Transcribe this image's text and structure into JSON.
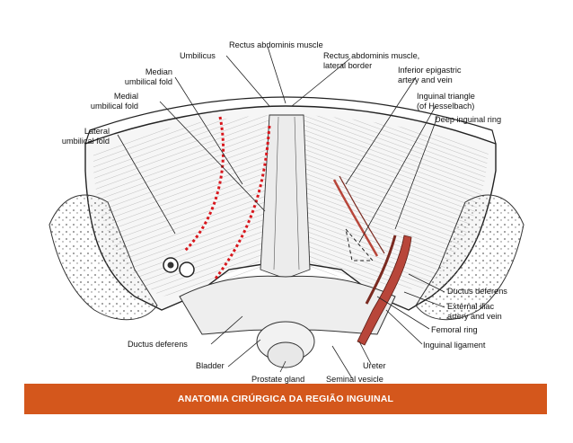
{
  "labels": {
    "rectus_abdominis": "Rectus abdominis muscle",
    "umbilicus": "Umbilicus",
    "rectus_lateral_1": "Rectus abdominis muscle,",
    "rectus_lateral_2": "lateral border",
    "median_fold_1": "Median",
    "median_fold_2": "umbilical fold",
    "inferior_epigastric_1": "Inferior epigastric",
    "inferior_epigastric_2": "artery and vein",
    "medial_fold_1": "Medial",
    "medial_fold_2": "umbilical fold",
    "inguinal_triangle_1": "Inguinal triangle",
    "inguinal_triangle_2": "(of Hesselbach)",
    "deep_ring": "Deep inguinal ring",
    "lateral_fold_1": "Lateral",
    "lateral_fold_2": "umbilical fold",
    "ductus_right": "Ductus deferens",
    "external_iliac_1": "External iliac",
    "external_iliac_2": "artery and vein",
    "femoral_ring": "Femoral ring",
    "ductus_left": "Ductus deferens",
    "inguinal_ligament": "Inguinal ligament",
    "bladder": "Bladder",
    "ureter": "Ureter",
    "prostate": "Prostate gland",
    "seminal_vesicle": "Seminal vesicle"
  },
  "footer": {
    "title": "ANATOMIA CIRÚRGICA DA REGIÃO INGUINAL"
  },
  "colors": {
    "accent": "#d4571c",
    "fold_dots": "#d8161c",
    "vessel": "#b8463a",
    "ink": "#222222"
  }
}
